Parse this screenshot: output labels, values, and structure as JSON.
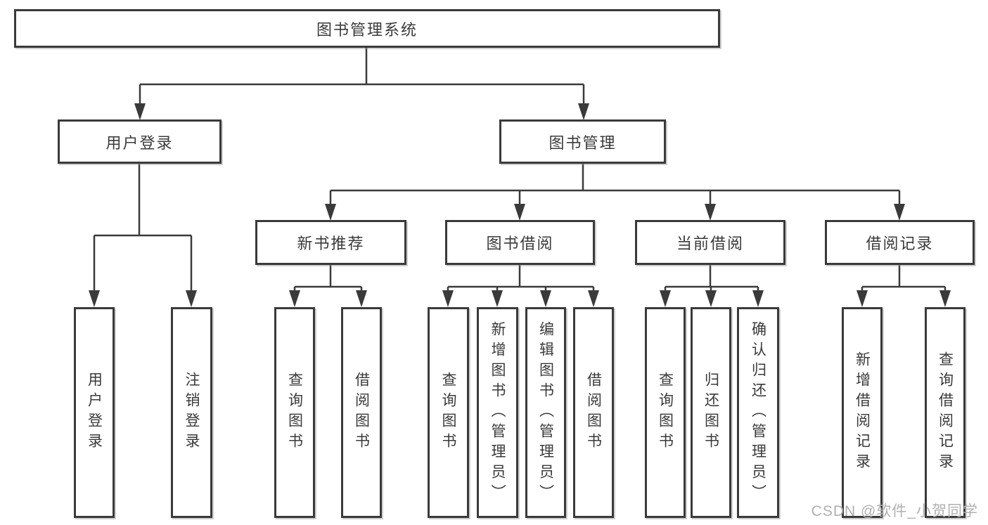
{
  "diagram": {
    "root": {
      "label": "图书管理系统",
      "children": [
        {
          "label": "用户登录",
          "children": [
            {
              "label": "用户登录"
            },
            {
              "label": "注销登录"
            }
          ]
        },
        {
          "label": "图书管理",
          "children": [
            {
              "label": "新书推荐",
              "children": [
                {
                  "label": "查询图书"
                },
                {
                  "label": "借阅图书"
                }
              ]
            },
            {
              "label": "图书借阅",
              "children": [
                {
                  "label": "查询图书"
                },
                {
                  "label": "新增图书（管理员）"
                },
                {
                  "label": "编辑图书（管理员）"
                },
                {
                  "label": "借阅图书"
                }
              ]
            },
            {
              "label": "当前借阅",
              "children": [
                {
                  "label": "查询图书"
                },
                {
                  "label": "归还图书"
                },
                {
                  "label": "确认归还（管理员）"
                }
              ]
            },
            {
              "label": "借阅记录",
              "children": [
                {
                  "label": "新增借阅记录"
                },
                {
                  "label": "查询借阅记录"
                }
              ]
            }
          ]
        }
      ]
    }
  },
  "watermark": {
    "text": "CSDN @软件_小贺同学"
  },
  "colors": {
    "line": "#3a3a3a",
    "text": "#3a3a3a",
    "watermark": "#b0b0b0",
    "background": "#ffffff"
  }
}
